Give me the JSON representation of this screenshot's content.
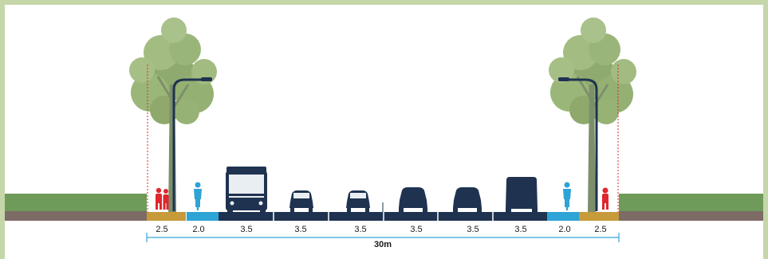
{
  "cross_section": {
    "widths": [
      "2.5",
      "2.0",
      "3.5",
      "3.5",
      "3.5",
      "3.5",
      "3.5",
      "3.5",
      "2.0",
      "2.5"
    ],
    "total_label": "30m"
  },
  "icons": {
    "tree": "tree-icon",
    "street_light": "street-light-icon",
    "pedestrian": "pedestrian-icon",
    "cyclist": "cyclist-icon",
    "bus": "bus-icon",
    "car": "car-icon"
  },
  "colors": {
    "frame": "#c5d6a9",
    "verge": "#6e9a5a",
    "soil": "#7d6b66",
    "footpath": "#c79a3a",
    "cycle_lane": "#2ea3d6",
    "road": "#1f3350",
    "pedestrian": "#e0262e",
    "dimension_line": "#3aa5d8"
  }
}
